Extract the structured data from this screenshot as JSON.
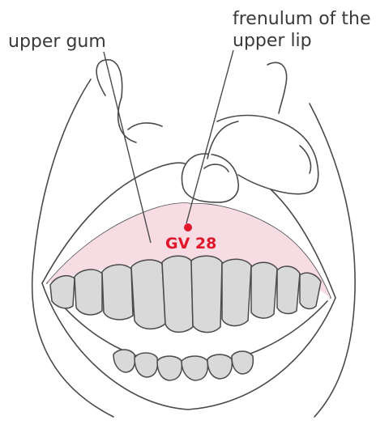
{
  "labels": {
    "upper_gum": "upper gum",
    "frenulum_line1": "frenulum of the",
    "frenulum_line2": "upper lip"
  },
  "point": {
    "code": "GV 28"
  },
  "colors": {
    "outline": "#4a4a4a",
    "gum_fill": "#f7dde3",
    "tooth_fill": "#d9d9d9",
    "accent_red": "#e0162b",
    "label_text": "#3a3a3a"
  }
}
